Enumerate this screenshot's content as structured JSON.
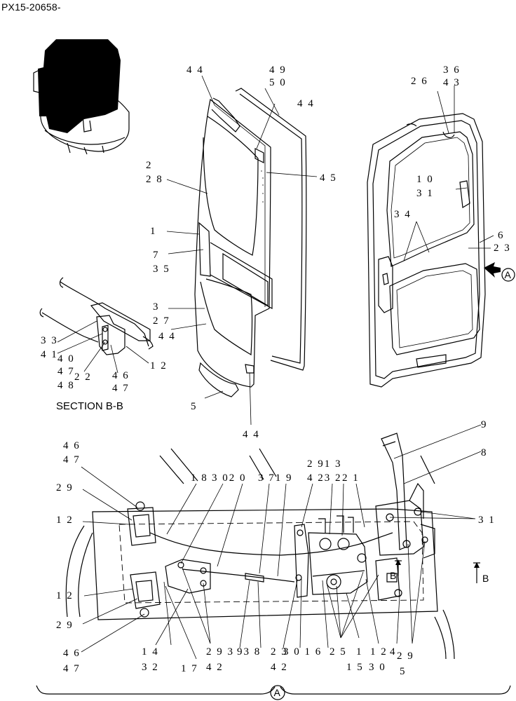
{
  "document_id": "PX15-20658-",
  "section_caption": "SECTION B-B",
  "view_marker": "A",
  "section_marker": "B",
  "callouts": [
    {
      "id": "c44a",
      "text": "4 4"
    },
    {
      "id": "c49",
      "text": "4 9"
    },
    {
      "id": "c50",
      "text": "5 0"
    },
    {
      "id": "c44b",
      "text": "4 4"
    },
    {
      "id": "c36",
      "text": "3 6"
    },
    {
      "id": "c26",
      "text": "2 6"
    },
    {
      "id": "c43",
      "text": "4 3"
    },
    {
      "id": "c2",
      "text": "2"
    },
    {
      "id": "c28",
      "text": "2 8"
    },
    {
      "id": "c45",
      "text": "4 5"
    },
    {
      "id": "c10",
      "text": "1 0"
    },
    {
      "id": "c31a",
      "text": "3 1"
    },
    {
      "id": "c34",
      "text": "3 4"
    },
    {
      "id": "c1a",
      "text": "1"
    },
    {
      "id": "c6",
      "text": "6"
    },
    {
      "id": "c7",
      "text": "7"
    },
    {
      "id": "c23",
      "text": "2 3"
    },
    {
      "id": "c35",
      "text": "3 5"
    },
    {
      "id": "c3",
      "text": "3"
    },
    {
      "id": "c27",
      "text": "2 7"
    },
    {
      "id": "c44c",
      "text": "4 4"
    },
    {
      "id": "c33",
      "text": "3 3"
    },
    {
      "id": "c40",
      "text": "4 0"
    },
    {
      "id": "c41",
      "text": "4 1"
    },
    {
      "id": "c47a",
      "text": "4 7"
    },
    {
      "id": "c22",
      "text": "2 2"
    },
    {
      "id": "c46a",
      "text": "4 6"
    },
    {
      "id": "c12a",
      "text": "1 2"
    },
    {
      "id": "c48",
      "text": "4 8"
    },
    {
      "id": "c47b",
      "text": "4 7"
    },
    {
      "id": "c5",
      "text": "5"
    },
    {
      "id": "c44d",
      "text": "4 4"
    },
    {
      "id": "c9",
      "text": "9"
    },
    {
      "id": "c8",
      "text": "8"
    },
    {
      "id": "c46b",
      "text": "4 6"
    },
    {
      "id": "c47c",
      "text": "4 7"
    },
    {
      "id": "t29_13",
      "text": "2 91 3"
    },
    {
      "id": "t18",
      "text": "1 8"
    },
    {
      "id": "t3020",
      "text": "3 02 0"
    },
    {
      "id": "t3719",
      "text": "3 71 9"
    },
    {
      "id": "t4232",
      "text": "4 23 2"
    },
    {
      "id": "t21",
      "text": "2 1"
    },
    {
      "id": "c29a",
      "text": "2 9"
    },
    {
      "id": "c12b",
      "text": "1 2"
    },
    {
      "id": "c31b",
      "text": "3 1"
    },
    {
      "id": "c12c",
      "text": "1 2"
    },
    {
      "id": "c29b",
      "text": "2 9"
    },
    {
      "id": "c46c",
      "text": "4 6"
    },
    {
      "id": "c47d",
      "text": "4 7"
    },
    {
      "id": "b14",
      "text": "1 4"
    },
    {
      "id": "b32",
      "text": "3 2"
    },
    {
      "id": "b17",
      "text": "1 7"
    },
    {
      "id": "b2939",
      "text": "2 9 3"
    },
    {
      "id": "b42a",
      "text": "4 2"
    },
    {
      "id": "b938",
      "text": "93 8"
    },
    {
      "id": "b23",
      "text": "2 3"
    },
    {
      "id": "b42b",
      "text": "4 2"
    },
    {
      "id": "b3016",
      "text": "3 0 1 6"
    },
    {
      "id": "b25",
      "text": "2 5"
    },
    {
      "id": "b1",
      "text": "1"
    },
    {
      "id": "b15",
      "text": "1 5"
    },
    {
      "id": "b12",
      "text": "1 2"
    },
    {
      "id": "b30",
      "text": "3 0"
    },
    {
      "id": "b4",
      "text": "4"
    },
    {
      "id": "b29",
      "text": "2 9"
    },
    {
      "id": "b5",
      "text": "5"
    }
  ]
}
